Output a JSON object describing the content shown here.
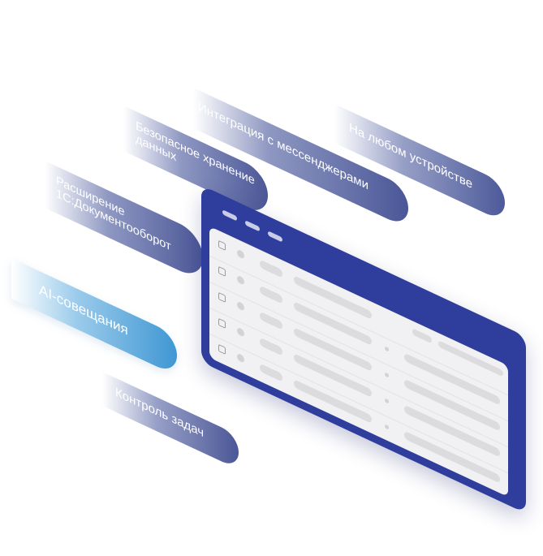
{
  "features": {
    "messengers": "Интеграция с мессенджерами",
    "any_device": "На любом устройстве",
    "secure_storage": "Безопасное хранение данных",
    "docflow_extension": "Расширение 1С:Документооборот",
    "ai_meetings": "AI-совещания",
    "task_control": "Контроль задач"
  },
  "colors": {
    "window_frame": "#2f3d9c",
    "pill_dark": "#4b5797",
    "pill_accent": "#3f97d3"
  }
}
